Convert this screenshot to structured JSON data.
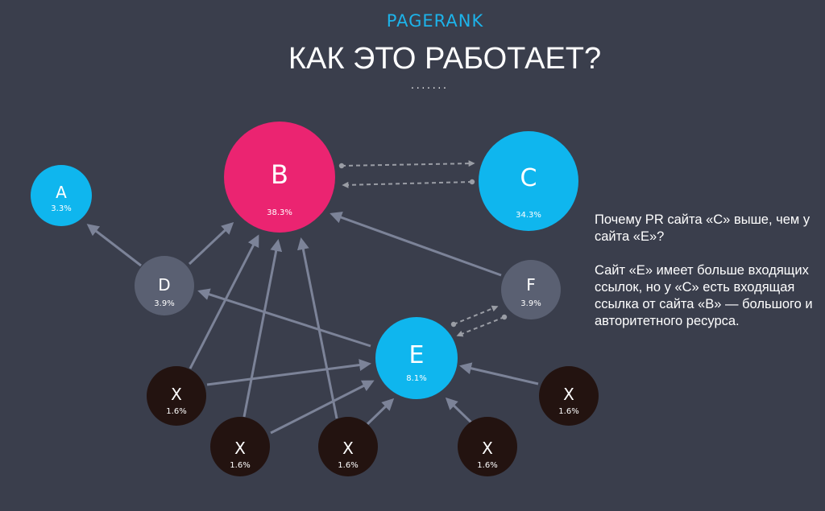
{
  "header": {
    "subtitle": "PAGERANK",
    "title": "КАК ЭТО РАБОТАЕТ?",
    "divider": "·······"
  },
  "colors": {
    "background": "#3a3e4c",
    "accent_blue": "#0fb6ee",
    "accent_pink": "#eb2471",
    "node_gray": "#5a6072",
    "node_dark": "#231310",
    "edge": "#7c8398",
    "edge_dashed": "#9a9da5"
  },
  "nodes": {
    "A": {
      "label": "A",
      "value": "3.3%"
    },
    "B": {
      "label": "B",
      "value": "38.3%"
    },
    "C": {
      "label": "C",
      "value": "34.3%"
    },
    "D": {
      "label": "D",
      "value": "3.9%"
    },
    "E": {
      "label": "E",
      "value": "8.1%"
    },
    "F": {
      "label": "F",
      "value": "3.9%"
    },
    "X1": {
      "label": "X",
      "value": "1.6%"
    },
    "X2": {
      "label": "X",
      "value": "1.6%"
    },
    "X3": {
      "label": "X",
      "value": "1.6%"
    },
    "X4": {
      "label": "X",
      "value": "1.6%"
    },
    "X5": {
      "label": "X",
      "value": "1.6%"
    }
  },
  "edges": [
    {
      "from": "D",
      "to": "A",
      "style": "solid"
    },
    {
      "from": "D",
      "to": "B",
      "style": "solid"
    },
    {
      "from": "F",
      "to": "B",
      "style": "solid"
    },
    {
      "from": "E",
      "to": "D",
      "style": "solid"
    },
    {
      "from": "X1",
      "to": "B",
      "style": "solid"
    },
    {
      "from": "X2",
      "to": "B",
      "style": "solid"
    },
    {
      "from": "X3",
      "to": "B",
      "style": "solid"
    },
    {
      "from": "X1",
      "to": "E",
      "style": "solid"
    },
    {
      "from": "X2",
      "to": "E",
      "style": "solid"
    },
    {
      "from": "X3",
      "to": "E",
      "style": "solid"
    },
    {
      "from": "X4",
      "to": "E",
      "style": "solid"
    },
    {
      "from": "X5",
      "to": "E",
      "style": "solid"
    },
    {
      "from": "B",
      "to": "C",
      "style": "dashed"
    },
    {
      "from": "C",
      "to": "B",
      "style": "dashed"
    },
    {
      "from": "E",
      "to": "F",
      "style": "dashed"
    },
    {
      "from": "F",
      "to": "E",
      "style": "dashed"
    }
  ],
  "explanation": {
    "question": "Почему PR сайта «С» выше, чем у сайта «Е»?",
    "answer": "Сайт «Е» имеет больше входящих ссылок, но у «С» есть входящая ссылка от сайта «В» — большого и авторитетного ресурса."
  }
}
